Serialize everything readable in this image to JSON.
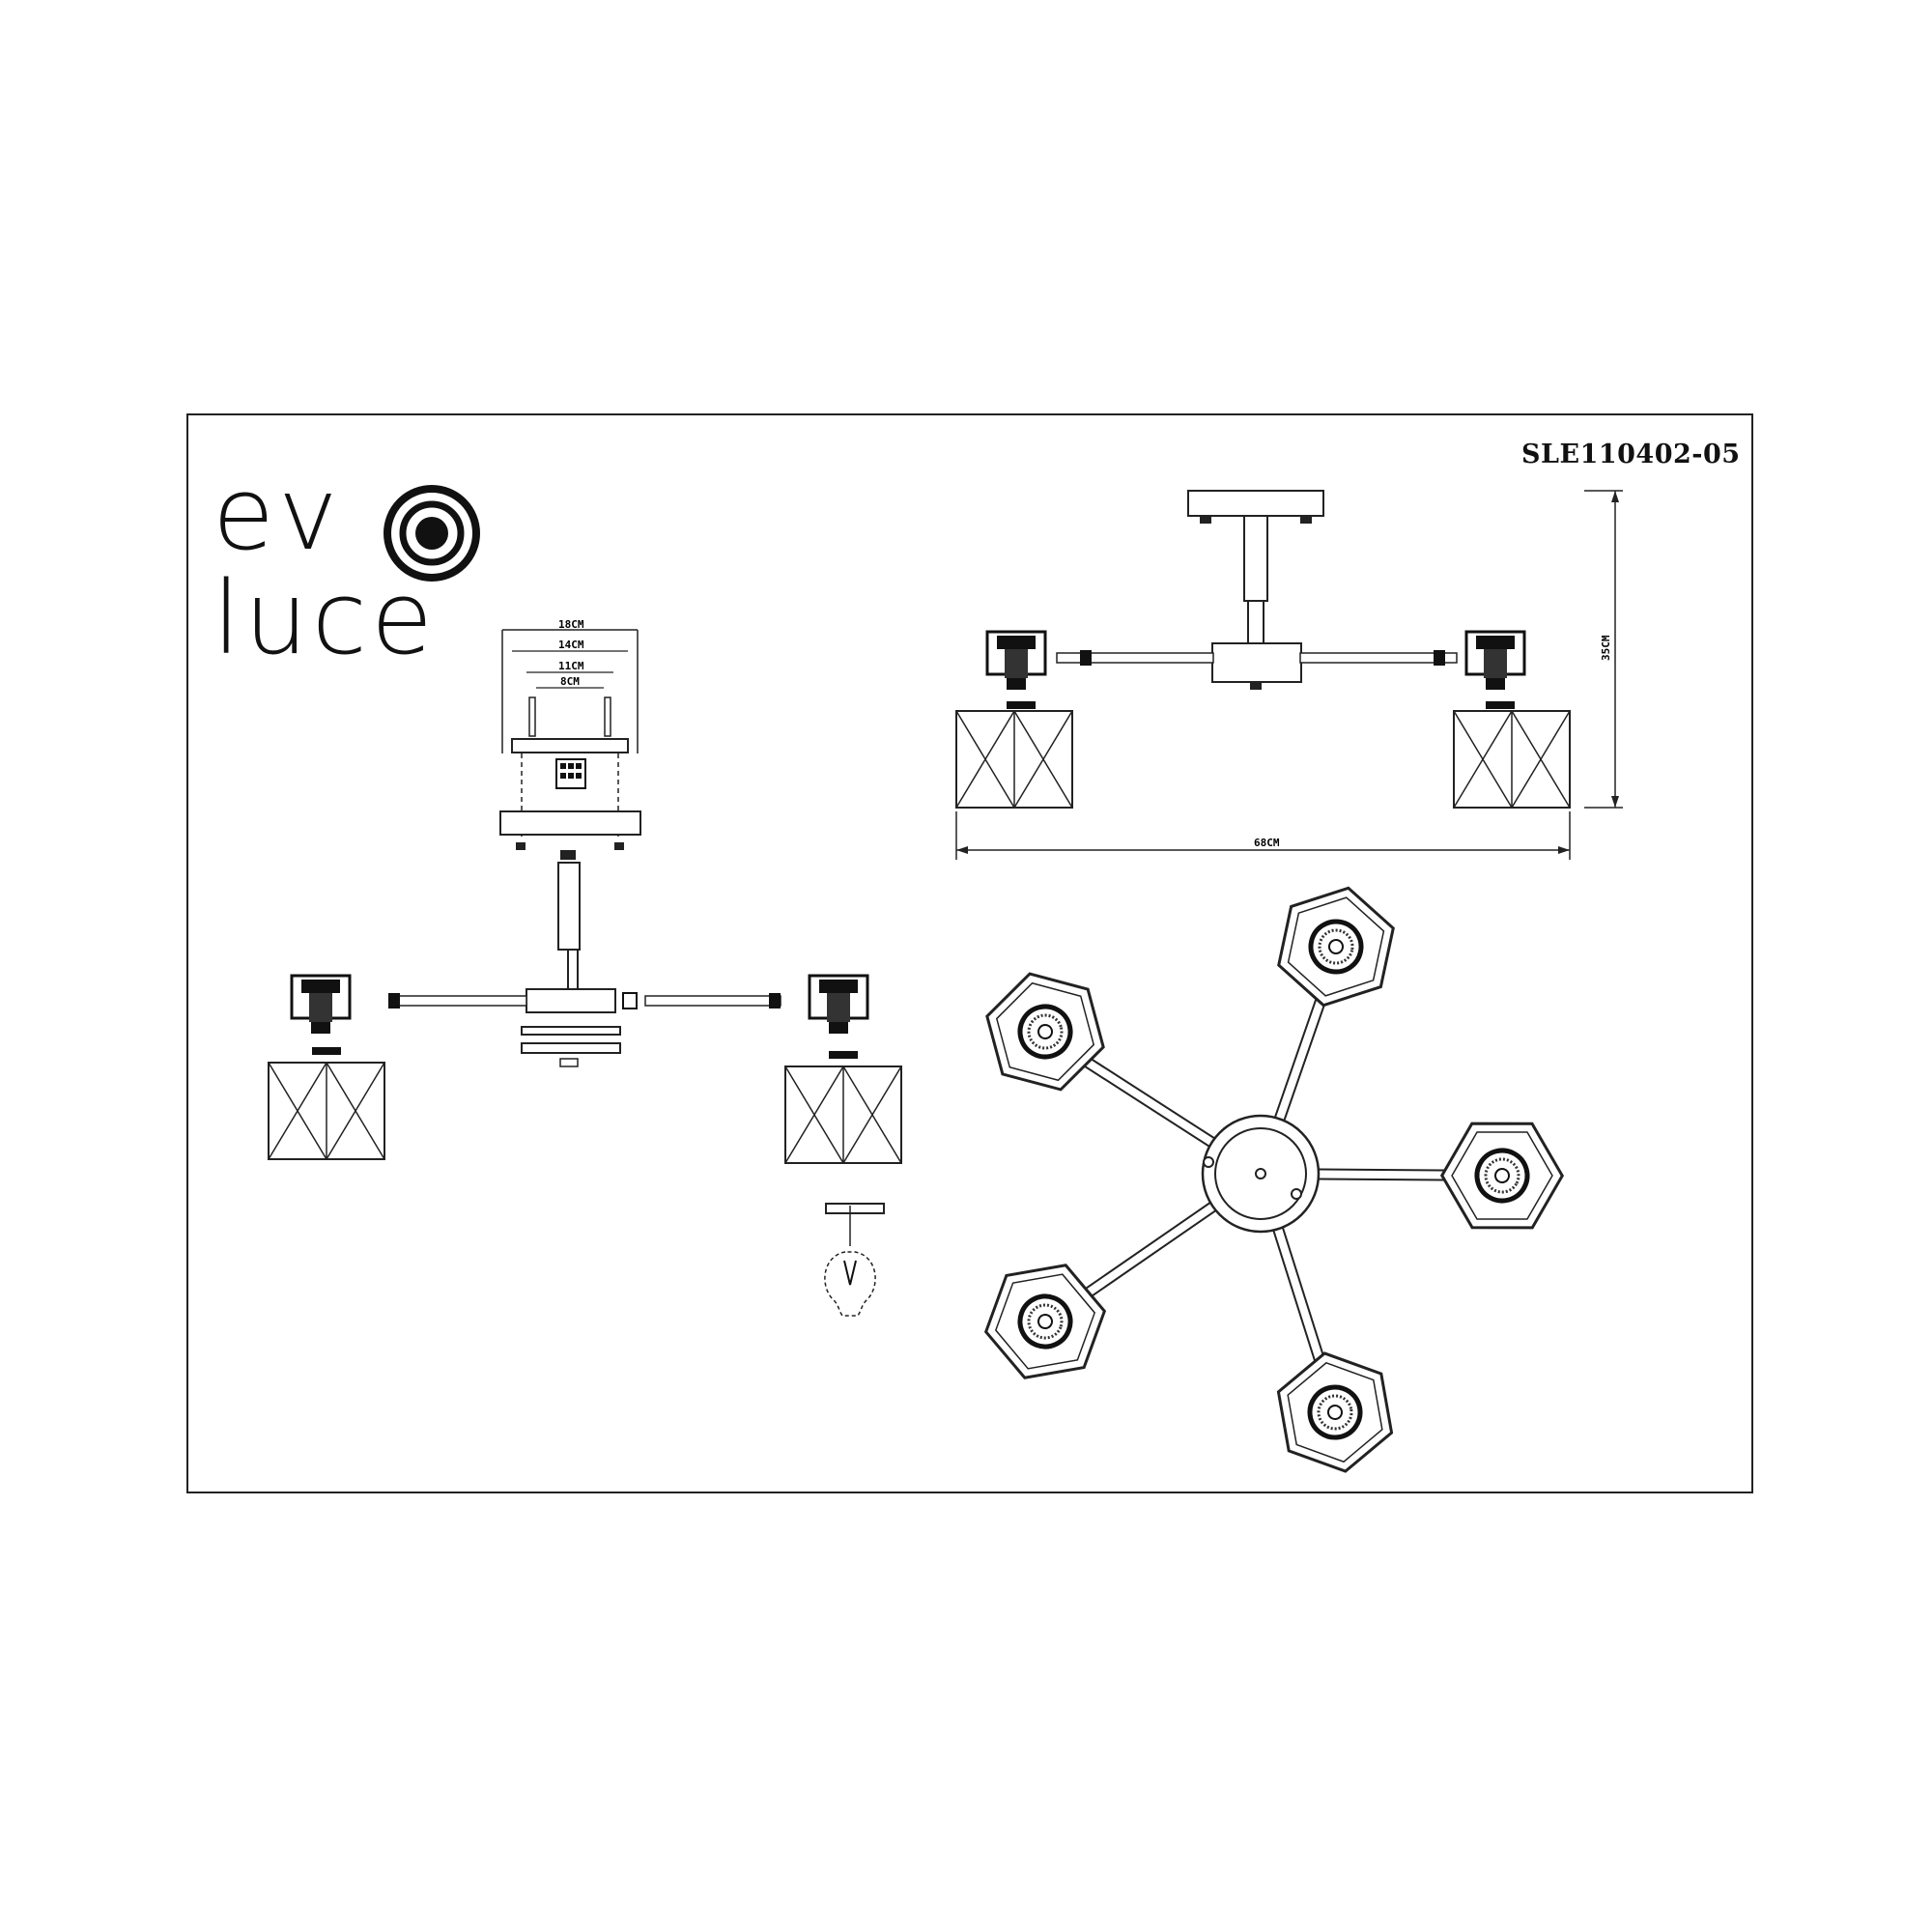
{
  "logo": {
    "line1": "ev",
    "line2": "luce",
    "mark": "concentric-circle-logo"
  },
  "model_number": "SLE110402-05",
  "dimensions": {
    "mount_outer": "18CM",
    "mount_14": "14CM",
    "mount_11": "11CM",
    "mount_8": "8CM",
    "overall_width": "68CM",
    "overall_height": "35CM"
  },
  "views": [
    "side-exploded-view",
    "front-elevation-view",
    "top-plan-view"
  ]
}
